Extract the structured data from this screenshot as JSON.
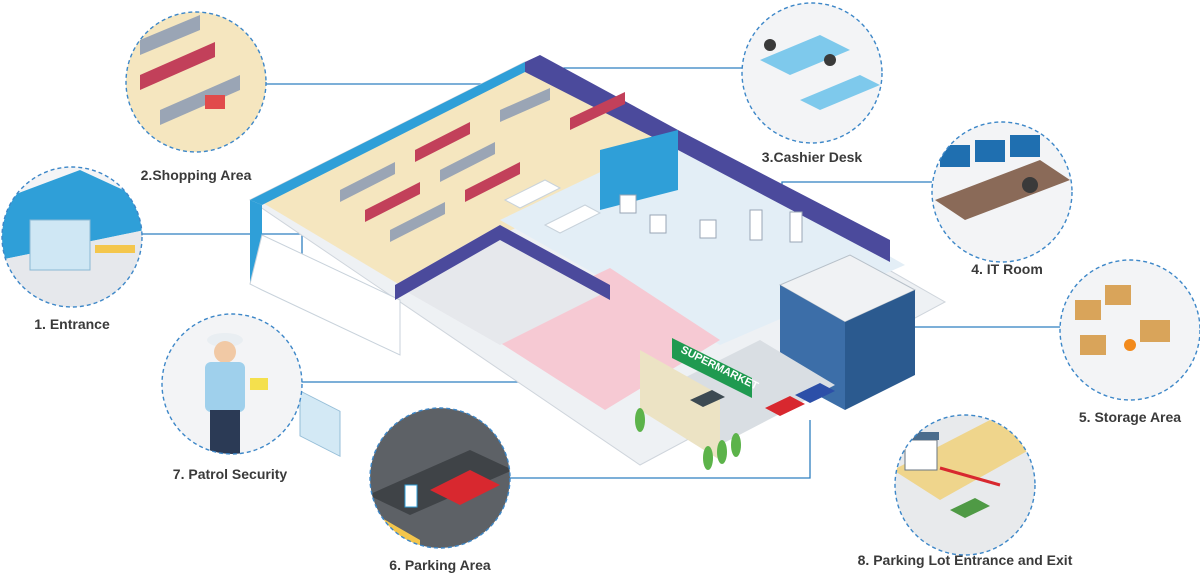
{
  "title": "",
  "colors": {
    "accent": "#2f7fc0",
    "wall_purple": "#4b4a9c",
    "wall_blue": "#2f9fd8",
    "floor_beige": "#f5e6bf",
    "floor_pink": "#f6c9d3",
    "floor_gray": "#e6e8ec",
    "sign_green": "#1f9a50"
  },
  "sign": {
    "text": "SUPERMARKET"
  },
  "areas": [
    {
      "id": "entrance",
      "label": "1. Entrance",
      "icon": "entrance-icon"
    },
    {
      "id": "shopping",
      "label": "2.Shopping Area",
      "icon": "shopping-cart-icon"
    },
    {
      "id": "cashier",
      "label": "3.Cashier Desk",
      "icon": "cashier-icon"
    },
    {
      "id": "it-room",
      "label": "4. IT Room",
      "icon": "monitor-icon"
    },
    {
      "id": "storage",
      "label": "5. Storage Area",
      "icon": "boxes-icon"
    },
    {
      "id": "parking",
      "label": "6. Parking Area",
      "icon": "car-icon"
    },
    {
      "id": "patrol",
      "label": "7. Patrol Security",
      "icon": "security-guard-icon"
    },
    {
      "id": "parking-gate",
      "label": "8. Parking Lot Entrance and Exit",
      "icon": "gate-barrier-icon"
    }
  ]
}
